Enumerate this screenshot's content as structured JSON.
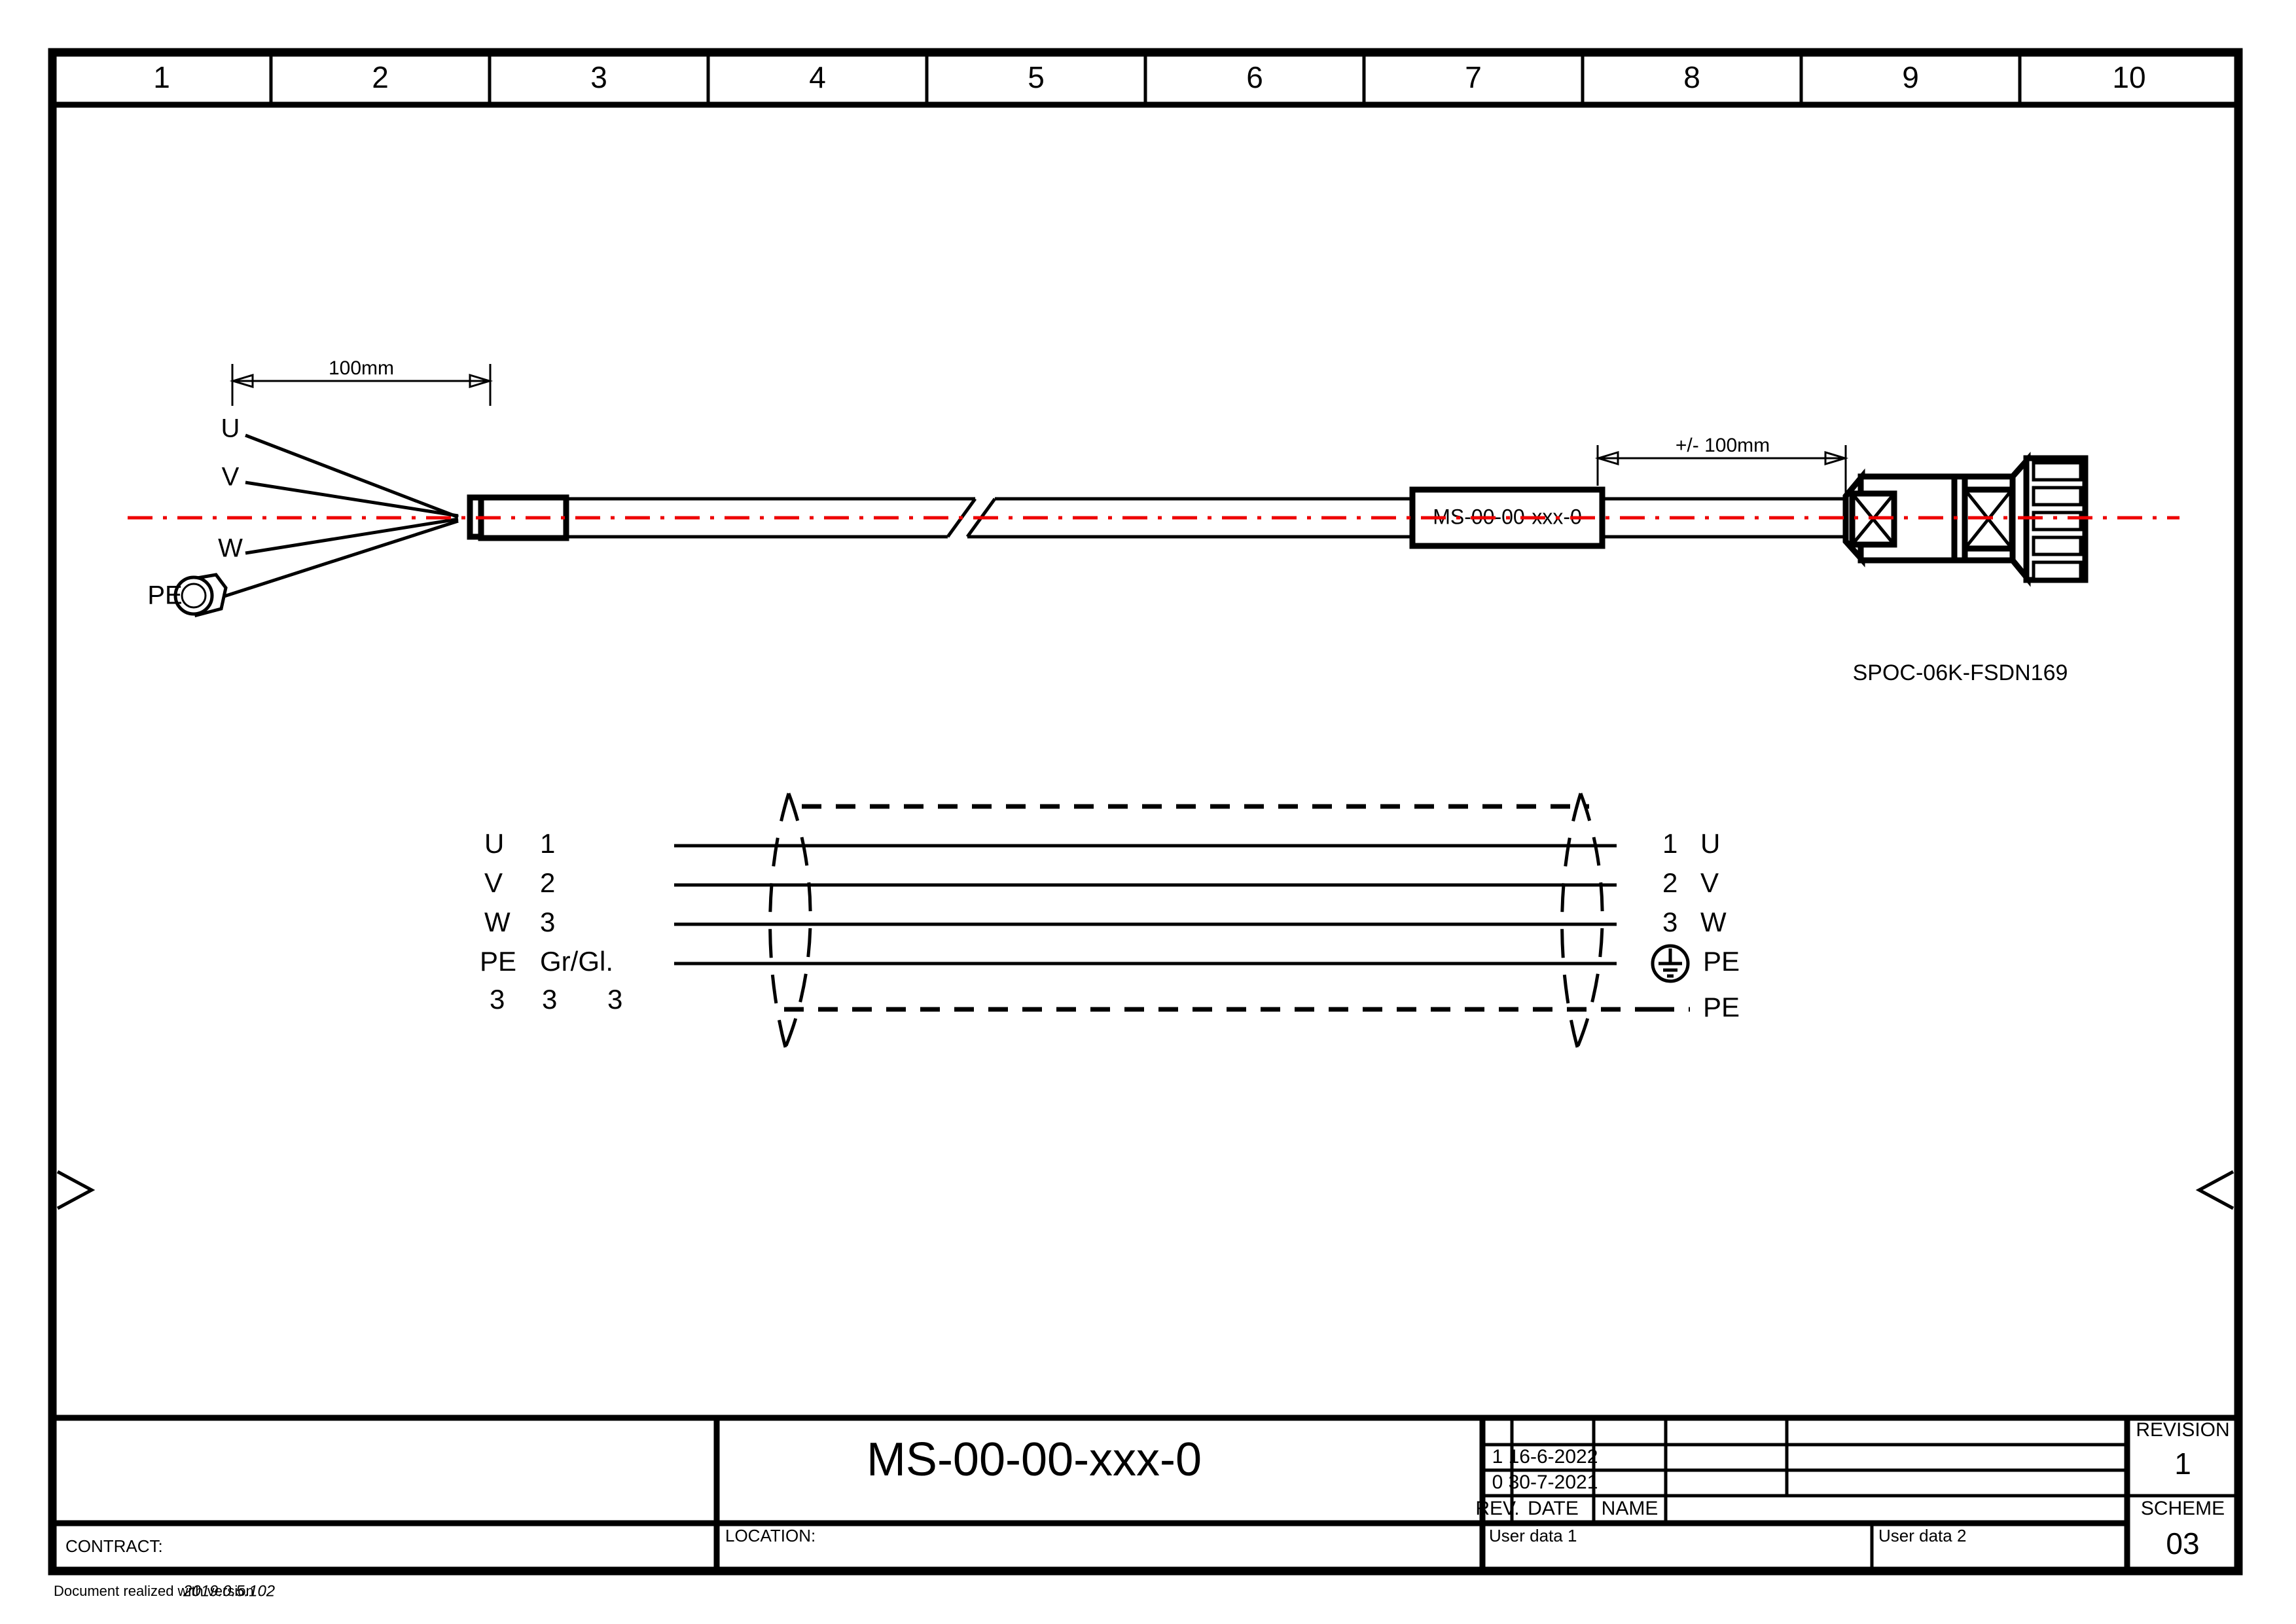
{
  "sheet": {
    "columns": [
      "1",
      "2",
      "3",
      "4",
      "5",
      "6",
      "7",
      "8",
      "9",
      "10"
    ]
  },
  "assembly": {
    "left_end": {
      "dimension_label": "100mm",
      "wire_labels": [
        "U",
        "V",
        "W",
        "PE"
      ]
    },
    "cable": {
      "marker_label": "MS-00-00-xxx-0"
    },
    "right_end": {
      "dimension_label": "+/- 100mm",
      "connector_part_number": "SPOC-06K-FSDN169"
    }
  },
  "schematic": {
    "left_rows": [
      {
        "signal": "U",
        "pin": "1"
      },
      {
        "signal": "V",
        "pin": "2"
      },
      {
        "signal": "W",
        "pin": "3"
      },
      {
        "signal": "PE",
        "pin": "Gr/Gl."
      }
    ],
    "left_footer": [
      "3",
      "3",
      "3"
    ],
    "right_rows": [
      {
        "pin": "1",
        "signal": "U"
      },
      {
        "pin": "2",
        "signal": "V"
      },
      {
        "pin": "3",
        "signal": "W"
      }
    ],
    "right_pe_label": "PE",
    "right_shield_label": "PE"
  },
  "title_block": {
    "contract_label": "CONTRACT:",
    "location_label": "LOCATION:",
    "drawing_title": "MS-00-00-xxx-0",
    "user_data_1": "User data 1",
    "user_data_2": "User data 2",
    "revision_table": {
      "headers": [
        "REV.",
        "DATE",
        "NAME"
      ],
      "rows": [
        {
          "rev": "1",
          "date": "16-6-2022",
          "name": ""
        },
        {
          "rev": "0",
          "date": "30-7-2021",
          "name": ""
        }
      ]
    },
    "revision_label": "REVISION",
    "revision_value": "1",
    "scheme_label": "SCHEME",
    "scheme_value": "03"
  },
  "footer": {
    "version_text": "Document realized with version :",
    "version_number": "2019.0.5.102"
  },
  "colors": {
    "line": "#000000",
    "centerline": "#ee0000",
    "background": "#ffffff"
  }
}
